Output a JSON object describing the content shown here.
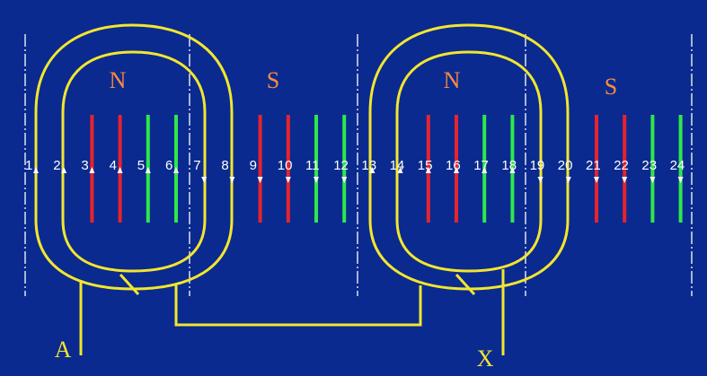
{
  "colors": {
    "background": "#0a2a8f",
    "coil": "#f2e62e",
    "pole_label": "#ff8a3d",
    "red_conductor": "#e8232b",
    "green_conductor": "#2ee84a",
    "divider": "#ffffff",
    "text": "#ffffff"
  },
  "poles": [
    "N",
    "S",
    "N",
    "S"
  ],
  "slots": [
    "1",
    "2",
    "3",
    "4",
    "5",
    "6",
    "7",
    "8",
    "9",
    "10",
    "11",
    "12",
    "13",
    "14",
    "15",
    "16",
    "17",
    "18",
    "19",
    "20",
    "21",
    "22",
    "23",
    "24"
  ],
  "conductor_colors": [
    "yellow",
    "yellow",
    "red",
    "red",
    "green",
    "green",
    "yellow",
    "yellow",
    "red",
    "red",
    "green",
    "green",
    "yellow",
    "yellow",
    "red",
    "red",
    "green",
    "green",
    "yellow",
    "yellow",
    "red",
    "red",
    "green",
    "green"
  ],
  "current_directions": [
    "up",
    "up",
    "up",
    "up",
    "up",
    "up",
    "down",
    "down",
    "down",
    "down",
    "down",
    "down",
    "up",
    "up",
    "up",
    "up",
    "up",
    "up",
    "down",
    "down",
    "down",
    "down",
    "down",
    "down"
  ],
  "terminals": {
    "start": "A",
    "end": "X"
  }
}
